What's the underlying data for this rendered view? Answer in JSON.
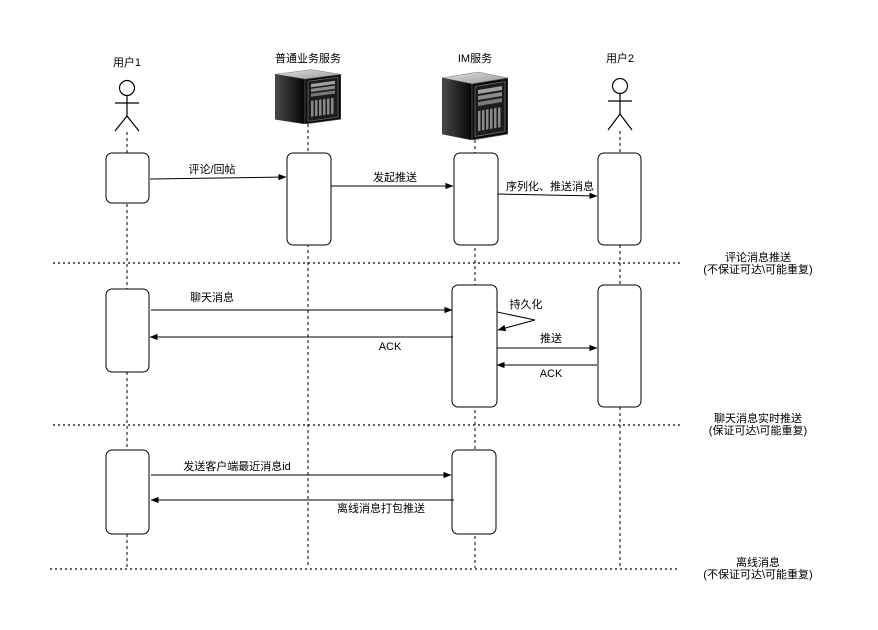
{
  "participants": {
    "user1": {
      "label": "用户1",
      "icon": "stick-figure-icon"
    },
    "business_service": {
      "label": "普通业务服务",
      "icon": "server-icon"
    },
    "im_service": {
      "label": "IM服务",
      "icon": "server-icon"
    },
    "user2": {
      "label": "用户2",
      "icon": "stick-figure-icon"
    }
  },
  "sections": [
    {
      "title": "评论消息推送",
      "note": "(不保证可达\\可能重复)",
      "messages": [
        {
          "label": "评论/回帖"
        },
        {
          "label": "发起推送"
        },
        {
          "label": "序列化、推送消息"
        }
      ]
    },
    {
      "title": "聊天消息实时推送",
      "note": "(保证可达\\可能重复)",
      "messages": [
        {
          "label": "聊天消息"
        },
        {
          "label": "ACK"
        },
        {
          "label": "持久化"
        },
        {
          "label": "推送"
        },
        {
          "label": "ACK"
        }
      ]
    },
    {
      "title": "离线消息",
      "note": "(不保证可达\\可能重复)",
      "messages": [
        {
          "label": "发送客户端最近消息id"
        },
        {
          "label": "离线消息打包推送"
        }
      ]
    }
  ],
  "colors": {
    "background": "#ffffff",
    "line": "#000000"
  }
}
